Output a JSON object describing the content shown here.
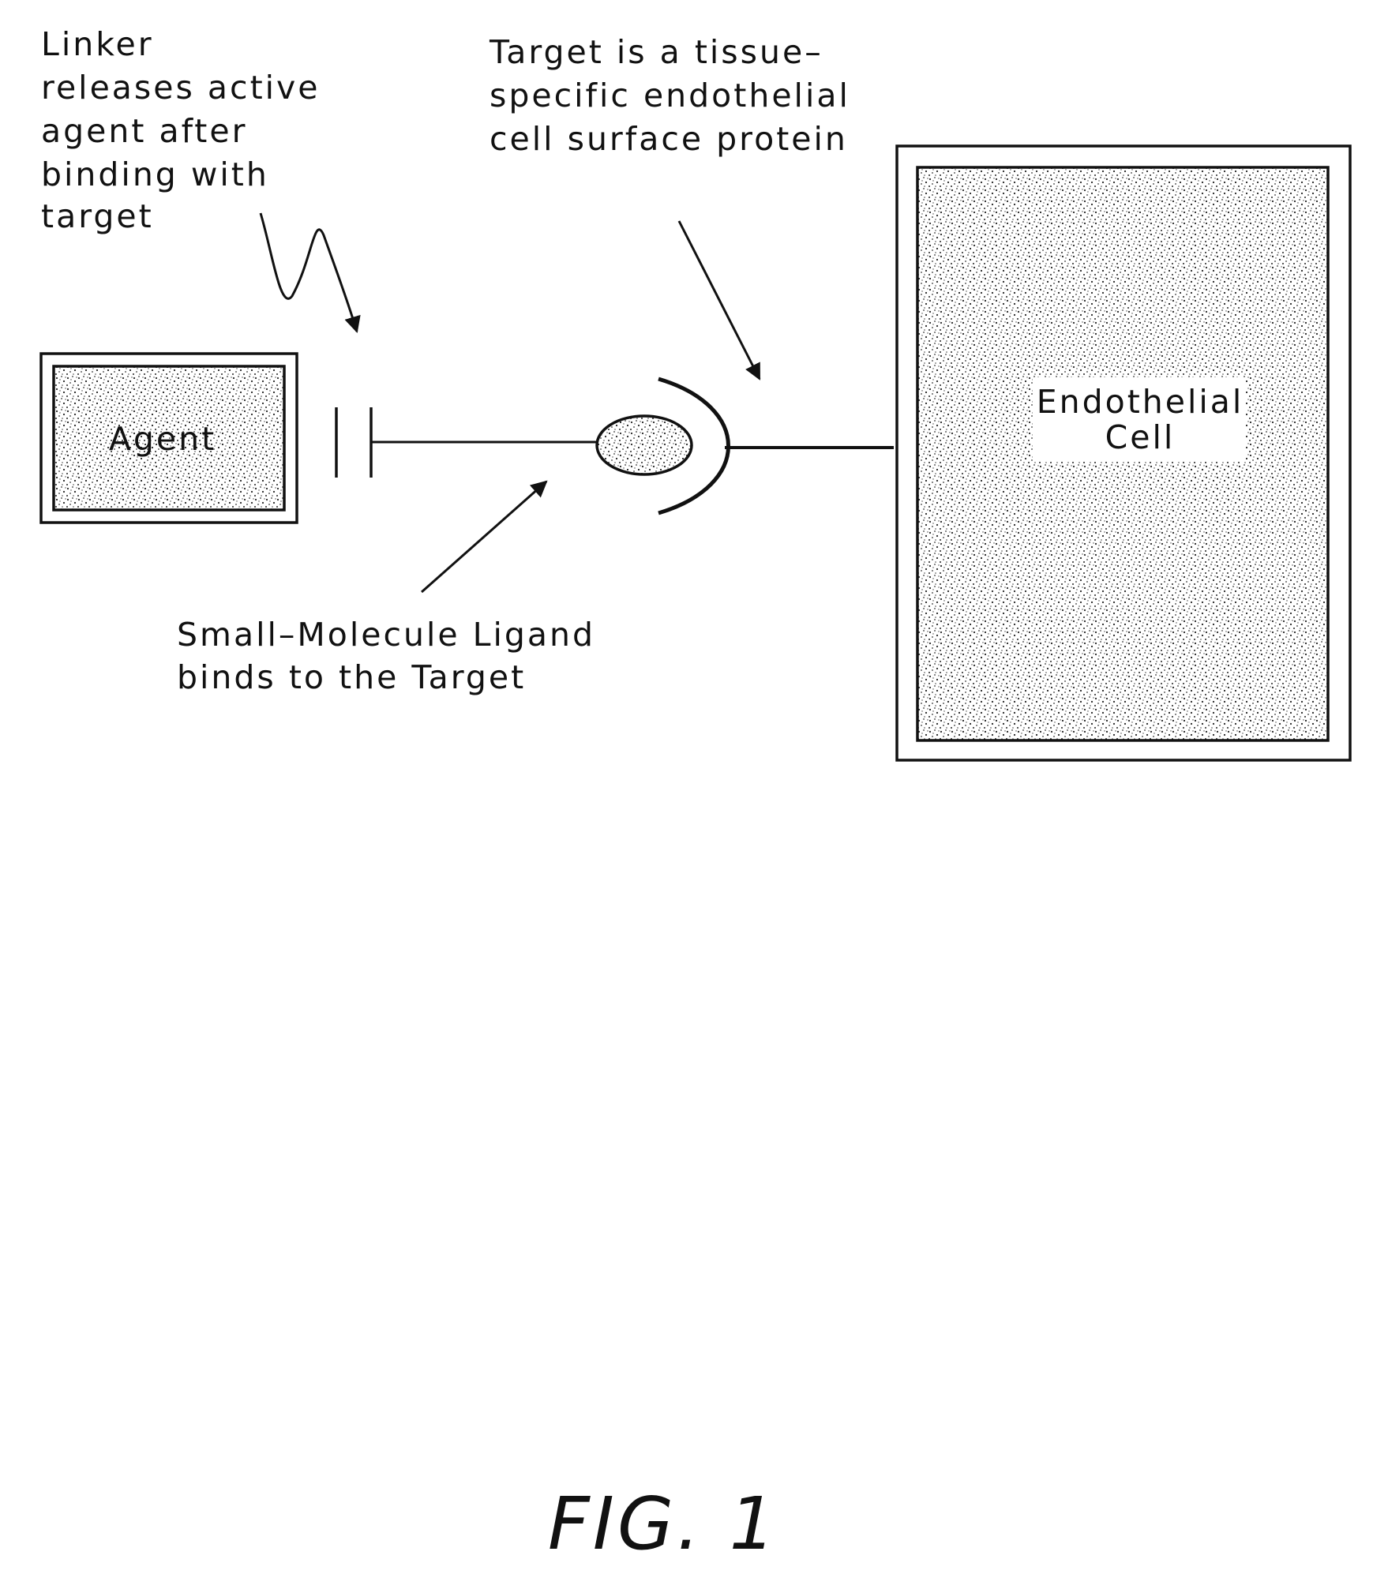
{
  "labels": {
    "linker": [
      "Linker",
      "releases  active",
      "agent  after",
      "binding  with",
      "target"
    ],
    "target": [
      "Target  is  a  tissue–",
      "specific  endothelial",
      "cell  surface  protein"
    ],
    "ligand": [
      "Small–Molecule  Ligand",
      "binds  to  the  Target"
    ],
    "agent": "Agent",
    "cell": [
      "Endothelial",
      "Cell"
    ],
    "figure": "FIG. 1"
  },
  "colors": {
    "ink": "#111111",
    "background": "#ffffff"
  }
}
